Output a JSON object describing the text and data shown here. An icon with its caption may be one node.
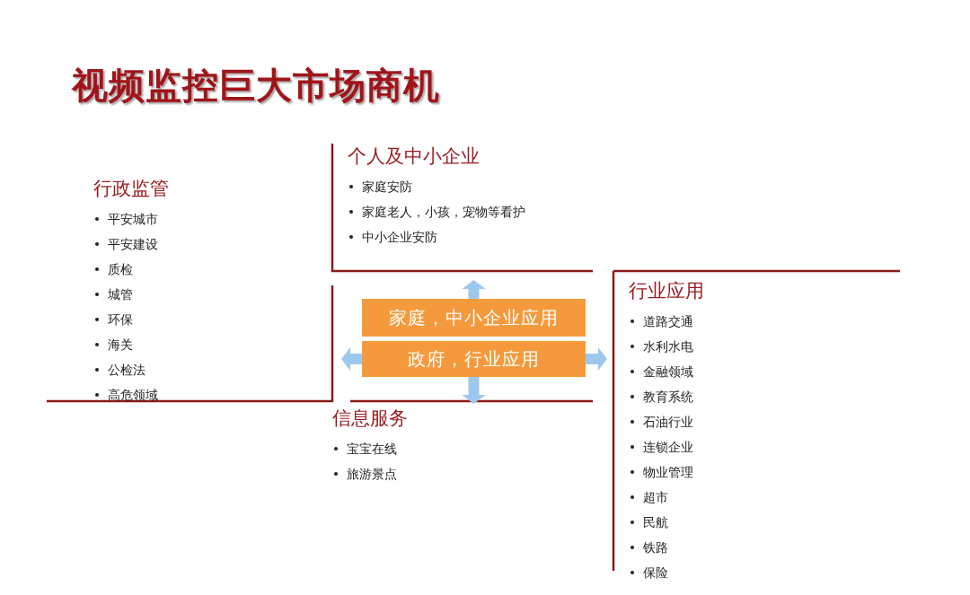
{
  "diagram": {
    "title": "视频监控巨大市场商机",
    "nodes": [
      {
        "text": [
          "家庭，中小企业应用"
        ]
      },
      {
        "text": [
          "政府，行业应用"
        ]
      },
      {
        "text": [
          "个人及中小企业",
          "家庭安防",
          "家庭老人，小孩，宠物等看护",
          "中小企业安防"
        ]
      },
      {
        "text": [
          "行政监管",
          "平安城市",
          "平安建设",
          "质检",
          "城管",
          "环保",
          "海关",
          "公检法",
          "高危领域"
        ]
      },
      {
        "text": [
          "行业应用",
          "道路交通",
          "水利水电",
          "金融领域",
          "教育系统",
          "石油行业",
          "连锁企业",
          "物业管理",
          "超市",
          "民航",
          "铁路",
          "保险"
        ]
      },
      {
        "text": [
          "信息服务",
          "宝宝在线",
          "旅游景点"
        ]
      }
    ],
    "edges": [
      {
        "from": 0,
        "to": 2,
        "arrow": "to"
      },
      {
        "from": 1,
        "to": 3,
        "arrow": "to"
      },
      {
        "from": 1,
        "to": 4,
        "arrow": "to"
      },
      {
        "from": 1,
        "to": 5,
        "arrow": "to"
      }
    ]
  }
}
